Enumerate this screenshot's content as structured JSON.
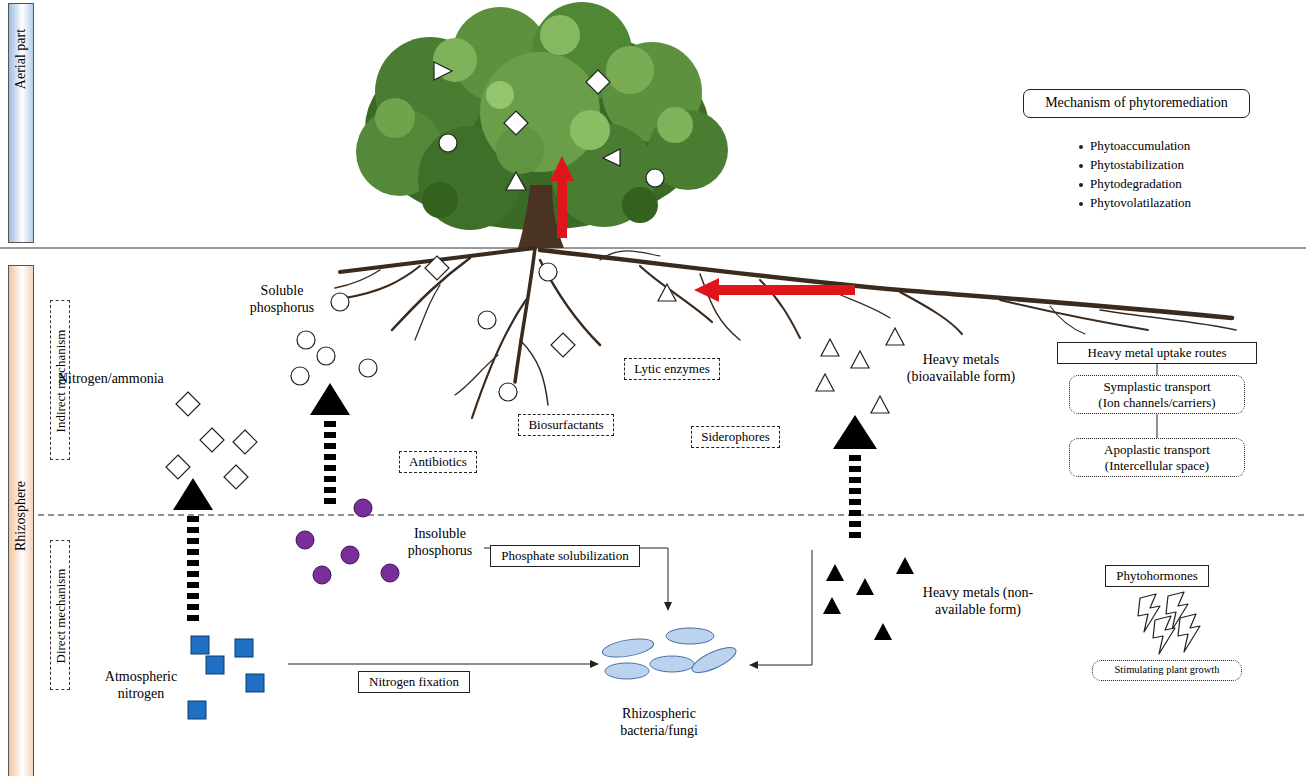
{
  "diagram": {
    "nodes": [
      {
        "text": [
          "Aerial part"
        ]
      },
      {
        "text": [
          "Rhizosphere"
        ]
      },
      {
        "text": [
          "Mechanism of phytoremediation"
        ]
      },
      {
        "text": [
          "Indirect mechanism"
        ]
      },
      {
        "text": [
          "Direct mechanism"
        ]
      },
      {
        "text": [
          "Lytic enzymes"
        ]
      },
      {
        "text": [
          "Heavy metal uptake routes"
        ]
      },
      {
        "text": [
          "Symplastic transport",
          "(Ion channels/carriers)"
        ]
      },
      {
        "text": [
          "Biosurfactants"
        ]
      },
      {
        "text": [
          "Siderophores"
        ]
      },
      {
        "text": [
          "Apoplastic transport",
          "(Intercellular space)"
        ]
      },
      {
        "text": [
          "Antibiotics"
        ]
      },
      {
        "text": [
          "Phosphate solubilization"
        ]
      },
      {
        "text": [
          "Phytohormones"
        ]
      },
      {
        "text": [
          "Stimulating plant growth"
        ]
      },
      {
        "text": [
          "Nitrogen fixation"
        ]
      }
    ],
    "edges": [
      {
        "from": 6,
        "to": 7,
        "arrow": "none"
      },
      {
        "from": 7,
        "to": 10,
        "arrow": "none"
      }
    ],
    "labels": [
      "Phytoaccumulation",
      "Phytostabilization",
      "Phytodegradation",
      "Phytovolatilazation",
      "Soluble phosphorus",
      "Nitrogen/ammonia",
      "Heavy metals (bioavailable form)",
      "Insoluble phosphorus",
      "Heavy metals (non-available form)",
      "Atmospheric nitrogen",
      "Rhizospheric bacteria/fungi"
    ]
  }
}
